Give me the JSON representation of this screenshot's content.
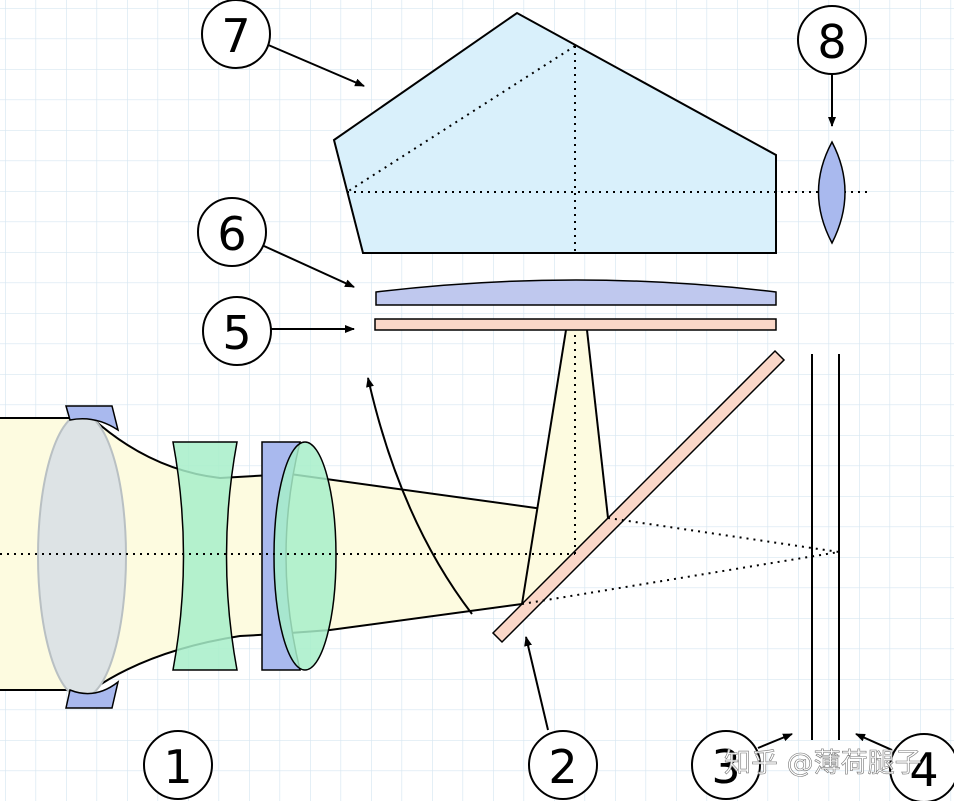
{
  "labels": [
    "1",
    "2",
    "3",
    "4",
    "5",
    "6",
    "7",
    "8"
  ],
  "watermark": "知乎 @薄荷腿子",
  "colors": {
    "background": "#ffffff",
    "grid": "#d6e6f1",
    "beam": "#fdfbe0",
    "prism": "#d9f0fb",
    "lens_blue": "#a9b9ee",
    "lens_green": "#a7eec9",
    "lens_gray": "#dde3e5",
    "mirror": "#fad7c8",
    "screen": "#bfc8ee",
    "outline": "#000000"
  }
}
